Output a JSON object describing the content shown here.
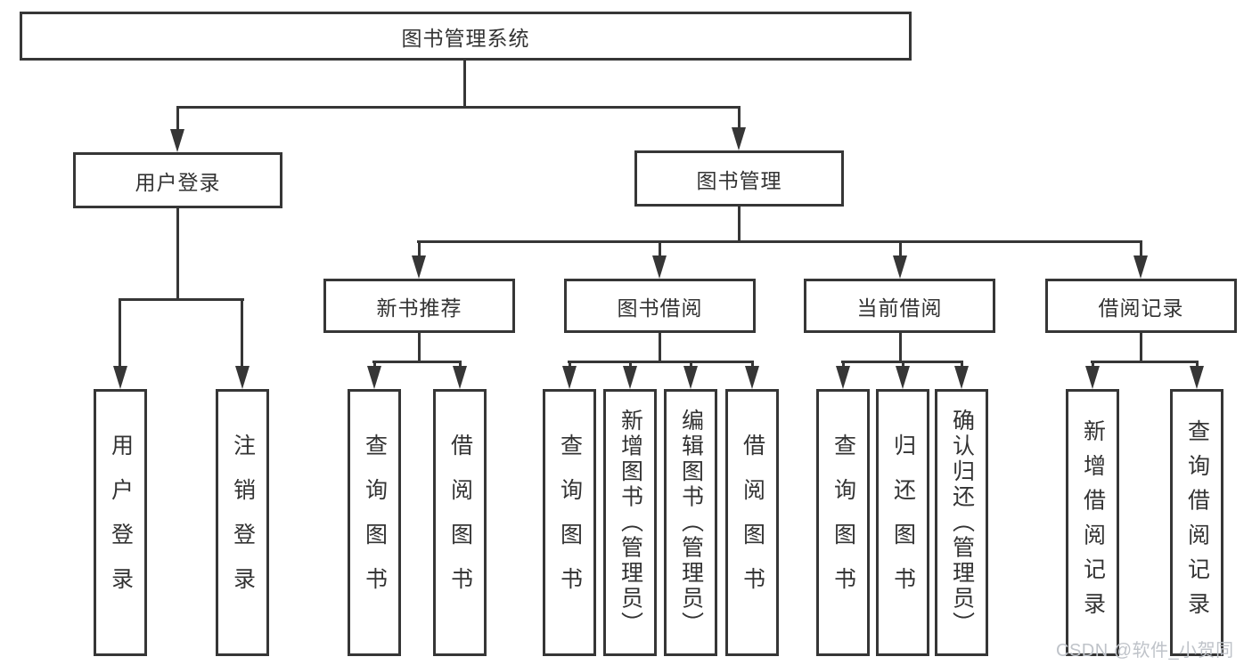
{
  "colors": {
    "canvas_bg": "#ffffff",
    "box_bg": "#ffffff",
    "line": "#363636",
    "text": "#333333",
    "watermark": "#bfc3c9"
  },
  "diagram": {
    "root": {
      "label": "图书管理系统"
    },
    "login": {
      "label": "用户登录",
      "children": [
        {
          "label": "用户登录"
        },
        {
          "label": "注销登录"
        }
      ]
    },
    "management": {
      "label": "图书管理",
      "sections": [
        {
          "label": "新书推荐",
          "children": [
            {
              "label": "查询图书"
            },
            {
              "label": "借阅图书"
            }
          ]
        },
        {
          "label": "图书借阅",
          "children": [
            {
              "label": "查询图书"
            },
            {
              "label": "新增图书（管理员）"
            },
            {
              "label": "编辑图书（管理员）"
            },
            {
              "label": "借阅图书"
            }
          ]
        },
        {
          "label": "当前借阅",
          "children": [
            {
              "label": "查询图书"
            },
            {
              "label": "归还图书"
            },
            {
              "label": "确认归还（管理员）"
            }
          ]
        },
        {
          "label": "借阅记录",
          "children": [
            {
              "label": "新增借阅记录"
            },
            {
              "label": "查询借阅记录"
            }
          ]
        }
      ]
    }
  },
  "watermark": {
    "text": "CSDN @软件_小贺同学"
  }
}
